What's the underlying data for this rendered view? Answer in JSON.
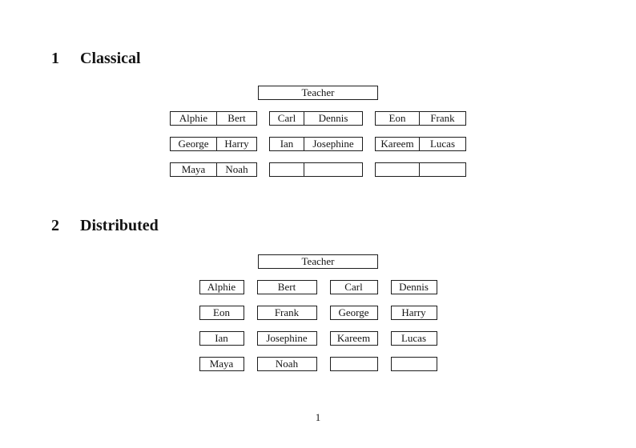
{
  "page_number": "1",
  "colors": {
    "ink": "#1d1d1d",
    "paper": "#ffffff"
  },
  "sections": [
    {
      "number": "1",
      "title": "Classical",
      "teacher_label": "Teacher",
      "desks": [
        [
          [
            "Alphie",
            "Bert"
          ],
          [
            "Carl",
            "Dennis"
          ],
          [
            "Eon",
            "Frank"
          ]
        ],
        [
          [
            "George",
            "Harry"
          ],
          [
            "Ian",
            "Josephine"
          ],
          [
            "Kareem",
            "Lucas"
          ]
        ],
        [
          [
            "Maya",
            "Noah"
          ],
          [
            "",
            ""
          ],
          [
            "",
            ""
          ]
        ]
      ]
    },
    {
      "number": "2",
      "title": "Distributed",
      "teacher_label": "Teacher",
      "desks": [
        [
          "Alphie",
          "Bert",
          "Carl",
          "Dennis"
        ],
        [
          "Eon",
          "Frank",
          "George",
          "Harry"
        ],
        [
          "Ian",
          "Josephine",
          "Kareem",
          "Lucas"
        ],
        [
          "Maya",
          "Noah",
          "",
          ""
        ]
      ]
    }
  ]
}
